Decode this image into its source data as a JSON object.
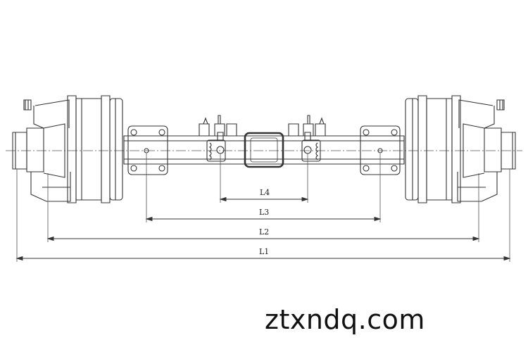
{
  "drawing": {
    "line_color": "#333333",
    "background": "#ffffff",
    "dimensions": [
      {
        "id": "l4",
        "label": "L4"
      },
      {
        "id": "l3",
        "label": "L3"
      },
      {
        "id": "l2",
        "label": "L2"
      },
      {
        "id": "l1",
        "label": "L1"
      }
    ]
  },
  "watermark": {
    "text": "ztxndq.com"
  }
}
